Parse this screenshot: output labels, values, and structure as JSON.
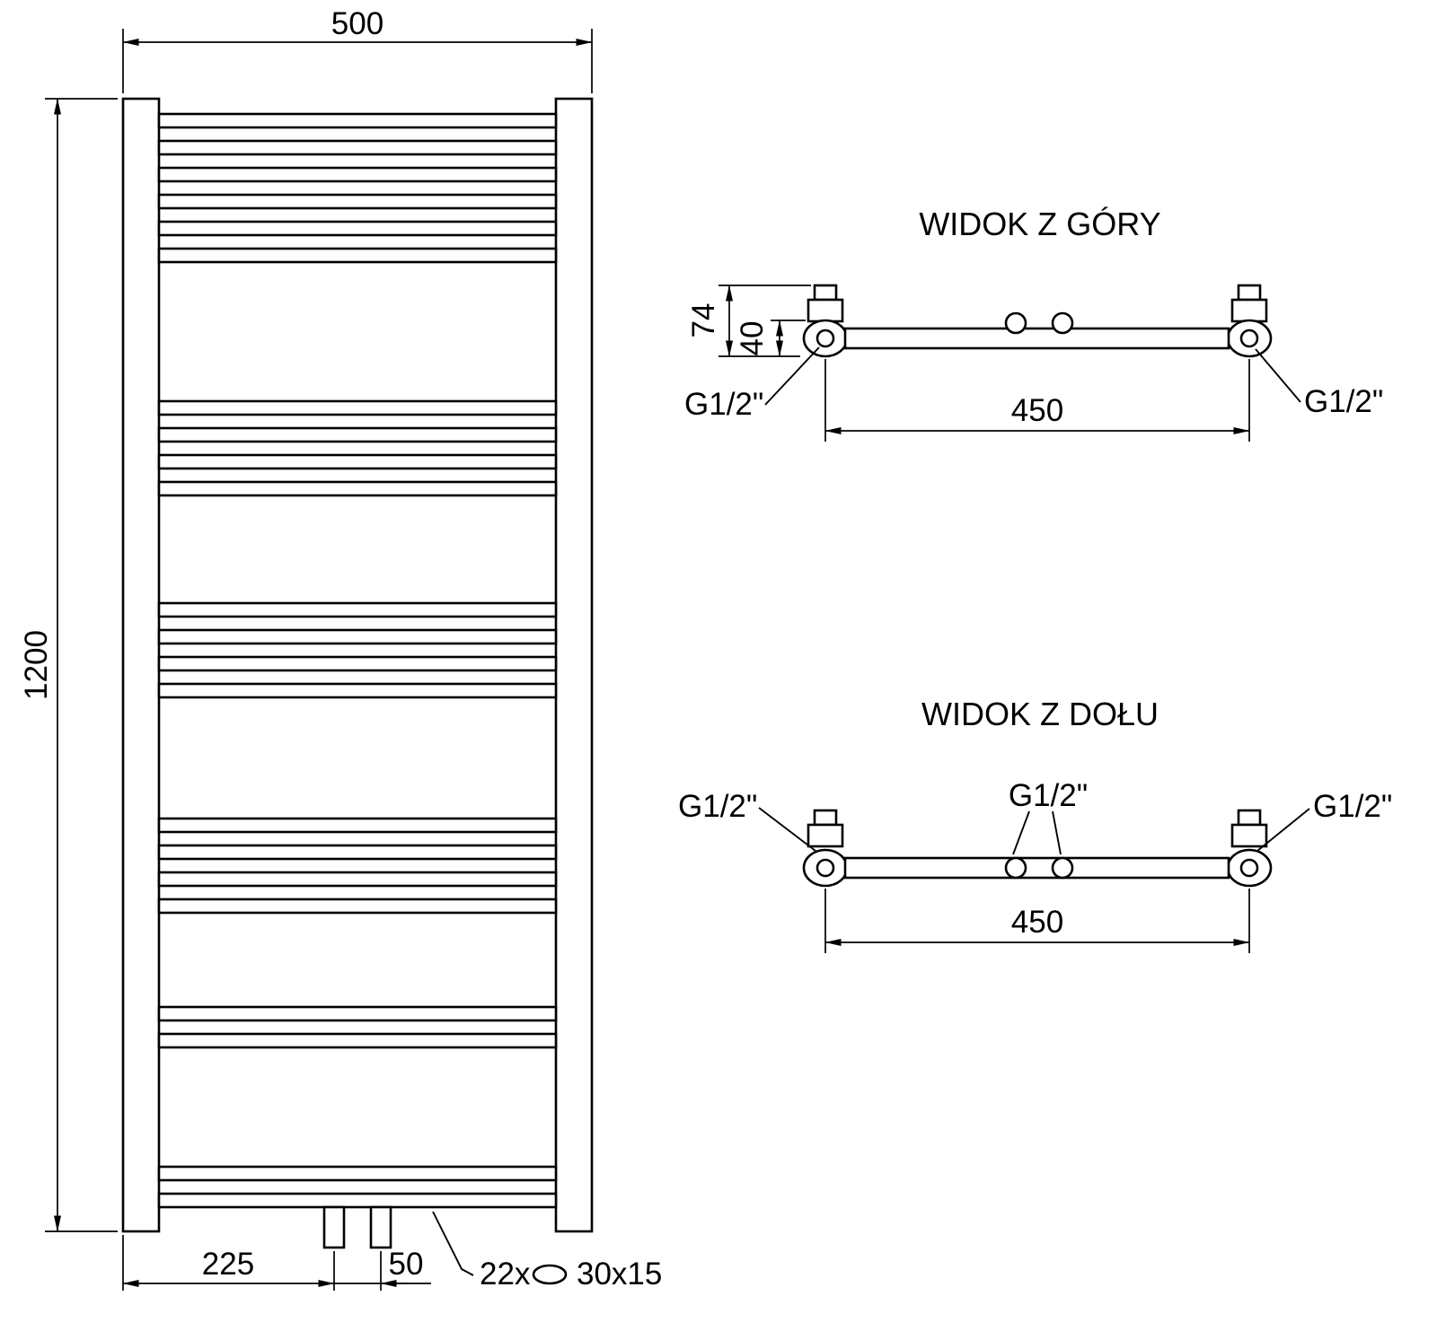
{
  "drawing": {
    "colors": {
      "line": "#000000",
      "background": "#ffffff"
    },
    "front_view": {
      "width_label": "500",
      "height_label": "1200",
      "bottom_dim_left": "225",
      "bottom_dim_right": "50",
      "slot_count_label": "22x",
      "slot_size_label": "30x15",
      "rungs": {
        "count": 22,
        "ys": [
          127,
          157,
          187,
          217,
          247,
          277,
          447,
          477,
          507,
          537,
          672,
          702,
          732,
          762,
          912,
          942,
          972,
          1002,
          1122,
          1152,
          1300,
          1330
        ]
      }
    },
    "top_view": {
      "title": "WIDOK Z GÓRY",
      "depth_label": "74",
      "tube_depth_label": "40",
      "span_label": "450",
      "port_left_label": "G1/2\"",
      "port_right_label": "G1/2\""
    },
    "bottom_view": {
      "title": "WIDOK Z DOŁU",
      "span_label": "450",
      "port_left_label": "G1/2\"",
      "port_center_label": "G1/2\"",
      "port_right_label": "G1/2\""
    }
  }
}
